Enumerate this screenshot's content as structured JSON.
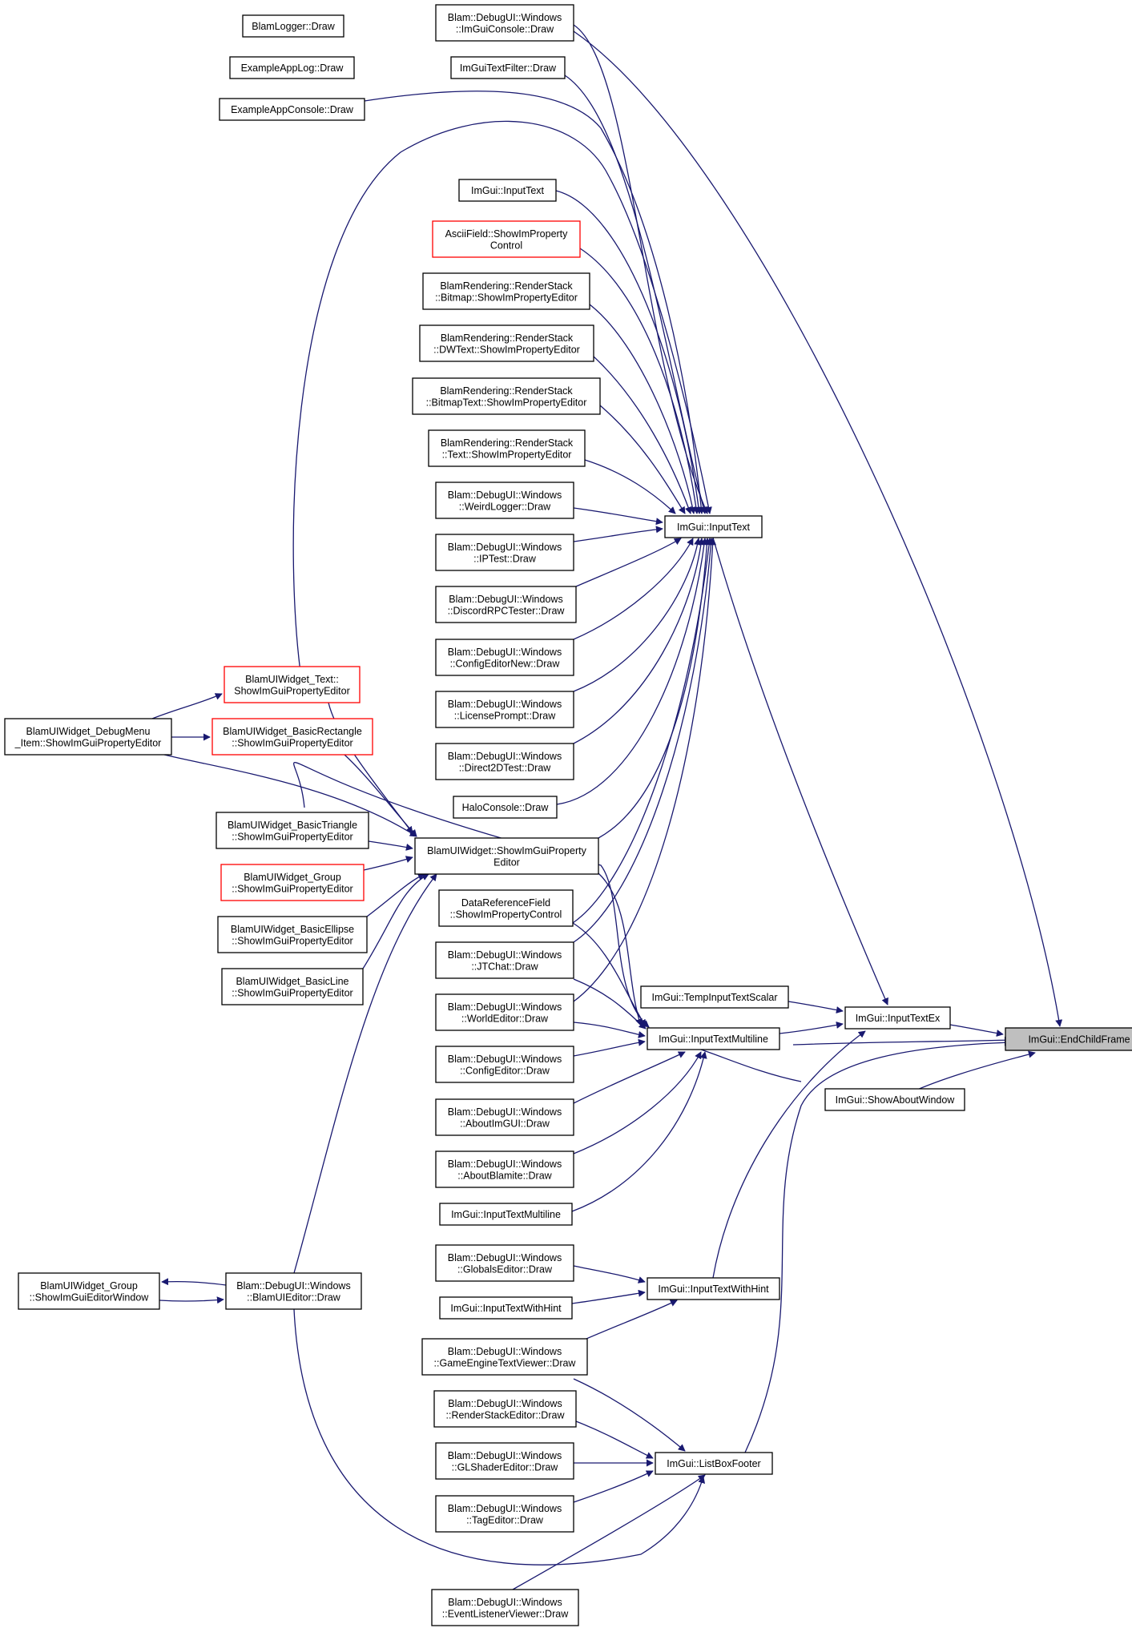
{
  "colors": {
    "edge": "#191970",
    "node_border": "#000000",
    "truncated_border": "#ff0000",
    "focus_fill": "#bfbfbf",
    "background": "#ffffff"
  },
  "nodes": {
    "endchildframe": {
      "lines": [
        "ImGui::EndChildFrame"
      ],
      "focus": true
    },
    "inputtextex": {
      "lines": [
        "ImGui::InputTextEx"
      ]
    },
    "showaboutwindow": {
      "lines": [
        "ImGui::ShowAboutWindow"
      ]
    },
    "imguiconsole": {
      "lines": [
        "Blam::DebugUI::Windows",
        "::ImGuiConsole::Draw"
      ]
    },
    "inputtext": {
      "lines": [
        "ImGui::InputText"
      ]
    },
    "inputtextmultiline": {
      "lines": [
        "ImGui::InputTextMultiline"
      ]
    },
    "tempinputtextscalar": {
      "lines": [
        "ImGui::TempInputTextScalar"
      ]
    },
    "inputtextwithhint": {
      "lines": [
        "ImGui::InputTextWithHint"
      ]
    },
    "listboxfooter": {
      "lines": [
        "ImGui::ListBoxFooter"
      ]
    },
    "blamlogger": {
      "lines": [
        "BlamLogger::Draw"
      ]
    },
    "exampleapplog": {
      "lines": [
        "ExampleAppLog::Draw"
      ]
    },
    "exampleappconsole": {
      "lines": [
        "ExampleAppConsole::Draw"
      ]
    },
    "textfilter": {
      "lines": [
        "ImGuiTextFilter::Draw"
      ]
    },
    "inputtext2": {
      "lines": [
        "ImGui::InputText"
      ]
    },
    "asciifield": {
      "lines": [
        "AsciiField::ShowImProperty",
        "Control"
      ],
      "truncated": true
    },
    "rs_bitmap": {
      "lines": [
        "BlamRendering::RenderStack",
        "::Bitmap::ShowImPropertyEditor"
      ]
    },
    "rs_dwtext": {
      "lines": [
        "BlamRendering::RenderStack",
        "::DWText::ShowImPropertyEditor"
      ]
    },
    "rs_bitmaptext": {
      "lines": [
        "BlamRendering::RenderStack",
        "::BitmapText::ShowImPropertyEditor"
      ]
    },
    "rs_text": {
      "lines": [
        "BlamRendering::RenderStack",
        "::Text::ShowImPropertyEditor"
      ]
    },
    "weirdlogger": {
      "lines": [
        "Blam::DebugUI::Windows",
        "::WeirdLogger::Draw"
      ]
    },
    "iptest": {
      "lines": [
        "Blam::DebugUI::Windows",
        "::IPTest::Draw"
      ]
    },
    "discordrpc": {
      "lines": [
        "Blam::DebugUI::Windows",
        "::DiscordRPCTester::Draw"
      ]
    },
    "configeditornew": {
      "lines": [
        "Blam::DebugUI::Windows",
        "::ConfigEditorNew::Draw"
      ]
    },
    "licenseprompt": {
      "lines": [
        "Blam::DebugUI::Windows",
        "::LicensePrompt::Draw"
      ]
    },
    "direct2dtest": {
      "lines": [
        "Blam::DebugUI::Windows",
        "::Direct2DTest::Draw"
      ]
    },
    "haloconsole": {
      "lines": [
        "HaloConsole::Draw"
      ]
    },
    "widget_spe": {
      "lines": [
        "BlamUIWidget::ShowImGuiProperty",
        "Editor"
      ]
    },
    "datareference": {
      "lines": [
        "DataReferenceField",
        "::ShowImPropertyControl"
      ]
    },
    "jtchat": {
      "lines": [
        "Blam::DebugUI::Windows",
        "::JTChat::Draw"
      ]
    },
    "worldeditor": {
      "lines": [
        "Blam::DebugUI::Windows",
        "::WorldEditor::Draw"
      ]
    },
    "configeditor": {
      "lines": [
        "Blam::DebugUI::Windows",
        "::ConfigEditor::Draw"
      ]
    },
    "aboutimgui": {
      "lines": [
        "Blam::DebugUI::Windows",
        "::AboutImGUI::Draw"
      ]
    },
    "aboutblamite": {
      "lines": [
        "Blam::DebugUI::Windows",
        "::AboutBlamite::Draw"
      ]
    },
    "inputtextmultiline2": {
      "lines": [
        "ImGui::InputTextMultiline"
      ]
    },
    "globalseditor": {
      "lines": [
        "Blam::DebugUI::Windows",
        "::GlobalsEditor::Draw"
      ]
    },
    "inputtextwithhint2": {
      "lines": [
        "ImGui::InputTextWithHint"
      ]
    },
    "gameenginetext": {
      "lines": [
        "Blam::DebugUI::Windows",
        "::GameEngineTextViewer::Draw"
      ]
    },
    "renderstackeditor": {
      "lines": [
        "Blam::DebugUI::Windows",
        "::RenderStackEditor::Draw"
      ]
    },
    "glshadereditor": {
      "lines": [
        "Blam::DebugUI::Windows",
        "::GLShaderEditor::Draw"
      ]
    },
    "tageditor": {
      "lines": [
        "Blam::DebugUI::Windows",
        "::TagEditor::Draw"
      ]
    },
    "eventlistener": {
      "lines": [
        "Blam::DebugUI::Windows",
        "::EventListenerViewer::Draw"
      ]
    },
    "widget_text": {
      "lines": [
        "BlamUIWidget_Text::",
        "ShowImGuiPropertyEditor"
      ],
      "truncated": true
    },
    "widget_basicrect": {
      "lines": [
        "BlamUIWidget_BasicRectangle",
        "::ShowImGuiPropertyEditor"
      ],
      "truncated": true
    },
    "debugmenu_item": {
      "lines": [
        "BlamUIWidget_DebugMenu",
        "_Item::ShowImGuiPropertyEditor"
      ]
    },
    "widget_basictriangle": {
      "lines": [
        "BlamUIWidget_BasicTriangle",
        "::ShowImGuiPropertyEditor"
      ]
    },
    "widget_group": {
      "lines": [
        "BlamUIWidget_Group",
        "::ShowImGuiPropertyEditor"
      ],
      "truncated": true
    },
    "widget_basicellipse": {
      "lines": [
        "BlamUIWidget_BasicEllipse",
        "::ShowImGuiPropertyEditor"
      ]
    },
    "widget_basicline": {
      "lines": [
        "BlamUIWidget_BasicLine",
        "::ShowImGuiPropertyEditor"
      ]
    },
    "blamuieditor": {
      "lines": [
        "Blam::DebugUI::Windows",
        "::BlamUIEditor::Draw"
      ]
    },
    "group_editorwindow": {
      "lines": [
        "BlamUIWidget_Group",
        "::ShowImGuiEditorWindow"
      ]
    }
  }
}
